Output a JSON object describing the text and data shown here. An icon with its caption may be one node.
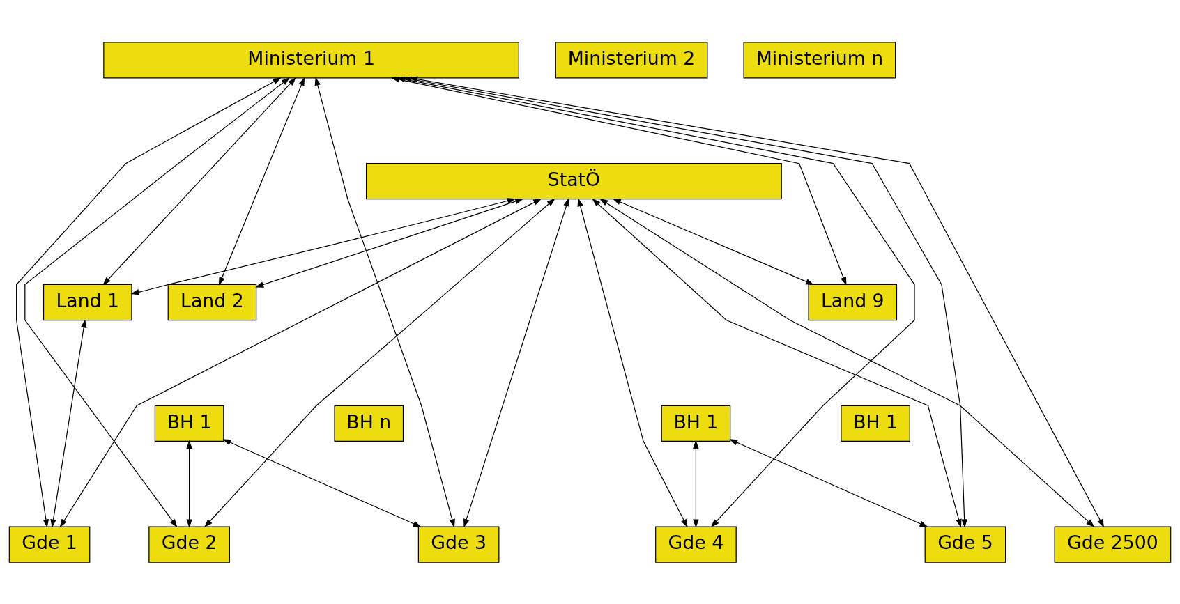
{
  "diagram": {
    "nodes": [
      {
        "text": [
          "Ministerium 1"
        ]
      },
      {
        "text": [
          "Ministerium 2"
        ]
      },
      {
        "text": [
          "Ministerium n"
        ]
      },
      {
        "text": [
          "StatÖ"
        ]
      },
      {
        "text": [
          "Land 1"
        ]
      },
      {
        "text": [
          "Land 2"
        ]
      },
      {
        "text": [
          "Land 9"
        ]
      },
      {
        "text": [
          "BH 1"
        ]
      },
      {
        "text": [
          "BH n"
        ]
      },
      {
        "text": [
          "BH 1"
        ]
      },
      {
        "text": [
          "BH 1"
        ]
      },
      {
        "text": [
          "Gde 1"
        ]
      },
      {
        "text": [
          "Gde 2"
        ]
      },
      {
        "text": [
          "Gde 3"
        ]
      },
      {
        "text": [
          "Gde 4"
        ]
      },
      {
        "text": [
          "Gde 5"
        ]
      },
      {
        "text": [
          "Gde 2500"
        ]
      }
    ],
    "edges": [
      {
        "from": 0,
        "to": 4,
        "arrow": "both"
      },
      {
        "from": 0,
        "to": 5,
        "arrow": "both"
      },
      {
        "from": 0,
        "to": 6,
        "arrow": "both"
      },
      {
        "from": 0,
        "to": 11,
        "arrow": "both"
      },
      {
        "from": 0,
        "to": 12,
        "arrow": "both"
      },
      {
        "from": 0,
        "to": 13,
        "arrow": "both"
      },
      {
        "from": 0,
        "to": 14,
        "arrow": "both"
      },
      {
        "from": 0,
        "to": 15,
        "arrow": "both"
      },
      {
        "from": 0,
        "to": 16,
        "arrow": "both"
      },
      {
        "from": 3,
        "to": 4,
        "arrow": "both"
      },
      {
        "from": 3,
        "to": 5,
        "arrow": "both"
      },
      {
        "from": 3,
        "to": 6,
        "arrow": "both"
      },
      {
        "from": 3,
        "to": 11,
        "arrow": "both"
      },
      {
        "from": 3,
        "to": 12,
        "arrow": "both"
      },
      {
        "from": 3,
        "to": 13,
        "arrow": "both"
      },
      {
        "from": 3,
        "to": 14,
        "arrow": "both"
      },
      {
        "from": 3,
        "to": 15,
        "arrow": "both"
      },
      {
        "from": 3,
        "to": 16,
        "arrow": "both"
      },
      {
        "from": 4,
        "to": 11,
        "arrow": "both"
      },
      {
        "from": 7,
        "to": 12,
        "arrow": "both"
      },
      {
        "from": 7,
        "to": 13,
        "arrow": "both"
      },
      {
        "from": 9,
        "to": 14,
        "arrow": "both"
      },
      {
        "from": 9,
        "to": 15,
        "arrow": "both"
      }
    ]
  }
}
